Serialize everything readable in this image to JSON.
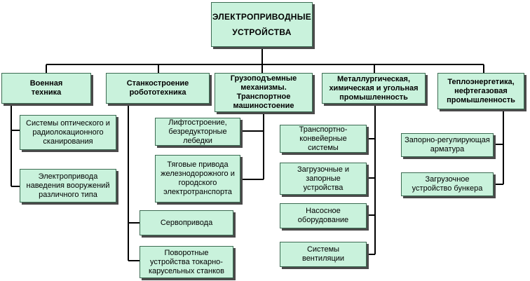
{
  "root": "ЭЛЕКТРОПРИВОДНЫЕ\nУСТРОЙСТВА",
  "categories": [
    {
      "label": "Военная\nтехника",
      "items": [
        "Системы оптического и\nрадиолокационного\nсканирования",
        "Электропривода\nнаведения вооружений\nразличного типа"
      ]
    },
    {
      "label": "Станкостроение\nробототехника",
      "items": [
        "Сервопривода",
        "Поворотные\nустройства токарно-\nкарусельных станков"
      ]
    },
    {
      "label": "Грузоподъемные\nмеханизмы.\nТранспортное\nмашиностоение",
      "items": [
        "Лифтостроение,\nбезредукторные\nлебедки",
        "Тяговые привода\nжелезнодорожного и\nгородского\nэлектротранспорта"
      ]
    },
    {
      "label": "Металлургическая,\nхимическая и угольная\nпромышленность",
      "items": [
        "Транспортно-\nконвейерные системы",
        "Загрузочные и\nзапорные\nустройства",
        "Насосное\nоборудование",
        "Системы\nвентиляции"
      ]
    },
    {
      "label": "Теплоэнергетика,\nнефтегазовая\nпромышленность",
      "items": [
        "Запорно-регулирующая\nарматура",
        "Загрузочное\nустройство бункера"
      ]
    }
  ]
}
